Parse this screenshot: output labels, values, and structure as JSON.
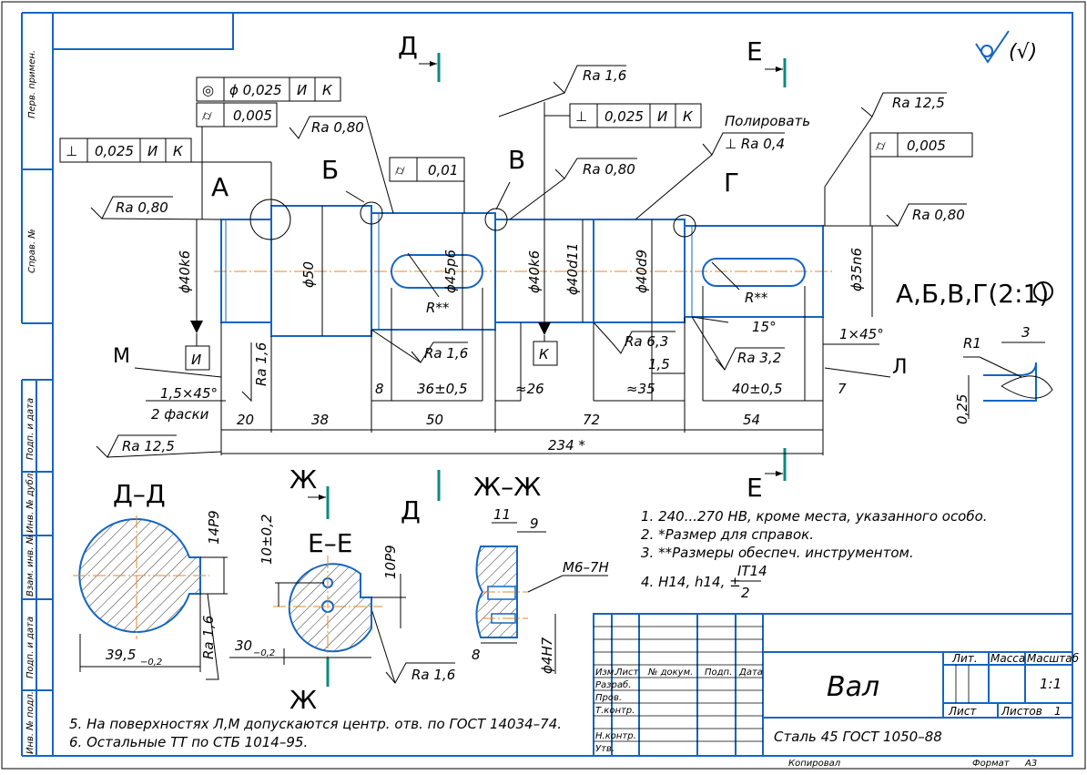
{
  "frame": {
    "side_labels": [
      "Перв. примен.",
      "Справ. №",
      "Подп. и дата",
      "Инв. № дубл.",
      "Взам. инв. №",
      "Подп. и дата",
      "Инв. № подл."
    ],
    "roughness_symbol": "(√)"
  },
  "sections": {
    "d_top": "Д",
    "e_top": "Е",
    "e_bottom": "Е",
    "zh_top": "Ж",
    "d_bottom": "Д",
    "zh_bottom": "Ж",
    "dd_title": "Д–Д",
    "ee_title": "Е–Е",
    "zhzh_title": "Ж–Ж"
  },
  "callouts": {
    "a": "А",
    "b": "Б",
    "v": "В",
    "g": "Г",
    "m": "М",
    "l": "Л",
    "i_box": "И",
    "k_box": "К"
  },
  "tolerances": {
    "f1": {
      "sym": "◎",
      "value": "ϕ 0,025",
      "b1": "И",
      "b2": "К"
    },
    "f2": {
      "sym": "⌭",
      "value": "0,005"
    },
    "f3": {
      "sym": "⊥",
      "value": "0,025",
      "b1": "И",
      "b2": "К"
    },
    "f4": {
      "sym": "⊥",
      "value": "0,025",
      "b1": "И",
      "b2": "К"
    },
    "f5": {
      "sym": "⌭",
      "value": "0,01"
    },
    "f6": {
      "sym": "⌭",
      "value": "0,005"
    }
  },
  "roughness": {
    "r1": "Ra 1,6",
    "r2": "Ra 0,80",
    "r3": "Ra 0,80",
    "r4": "Ra 0,80",
    "r5": "Ra 12,5",
    "r6": "Ra 0,80",
    "polish": "Полировать",
    "r7": "⊥ Ra 0,4",
    "r8": "Ra 1,6",
    "r9": "Ra 1,6",
    "r10": "Ra 6,3",
    "r11": "Ra 3,2",
    "r12": "Ra 12,5",
    "r13": "Ra 1,6",
    "r14": "Ra 1,6"
  },
  "dims": {
    "d40k6a": "ϕ40k6",
    "d50": "ϕ50",
    "d45p6": "ϕ45p6",
    "d40k6b": "ϕ40k6",
    "d40d11": "ϕ40d11",
    "d40d9": "ϕ40d9",
    "d35n6": "ϕ35n6",
    "r1": "R**",
    "r2": "R**",
    "ch1": "1,5×45°",
    "ch2": "2 фаски",
    "l20": "20",
    "l38": "38",
    "l8": "8",
    "l36": "36±0,5",
    "l50": "50",
    "l26": "≈26",
    "l35": "≈35",
    "l15": "1,5",
    "l72": "72",
    "l40": "40±0,5",
    "l7": "7",
    "l54": "54",
    "l234": "234 *",
    "ang15": "15°",
    "ch3": "1×45°",
    "scale_note": "А,Б,В,Г(2:1)",
    "det_r1": "R1",
    "det_3": "3",
    "det_025": "0,25"
  },
  "section_dims": {
    "dd_w": "39,5",
    "dd_w_tol": "−0,2",
    "dd_14": "14P9",
    "ee_10": "10±0,2",
    "ee_10p9": "10P9",
    "ee_30": "30",
    "ee_30_tol": "−0,2",
    "zz_11": "11",
    "zz_9": "9",
    "zz_m6": "M6–7H",
    "zz_8": "8",
    "zz_4h7": "ϕ4H7"
  },
  "notes": {
    "n1": "1.  240...270 HB, кроме места, указанного особо.",
    "n2": "2.  *Размер для справок.",
    "n3": "3.  **Размеры обеспеч. инструментом.",
    "n4": "4.  H14, h14, ±",
    "n4_num": "IT14",
    "n4_den": "2",
    "n5": "5.  На поверхностях Л,М допускаются центр. отв. по ГОСТ 14034–74.",
    "n6": "6.  Остальные ТТ по СТБ 1014–95."
  },
  "title_block": {
    "izm": "Изм.",
    "list": "Лист",
    "doc": "№ докум.",
    "podp": "Подп.",
    "date": "Дата",
    "razrab": "Разраб.",
    "prov": "Пров.",
    "tkontr": "Т.контр.",
    "nkontr": "Н.контр.",
    "utv": "Утв.",
    "name": "Вал",
    "material": "Сталь 45 ГОСТ 1050–88",
    "lit": "Лит.",
    "massa": "Масса",
    "masshtab": "Масштаб",
    "scale": "1:1",
    "sheet": "Лист",
    "sheets": "Листов",
    "sheets_n": "1",
    "kopiroval": "Копировал",
    "format": "Формат",
    "format_v": "A3"
  }
}
